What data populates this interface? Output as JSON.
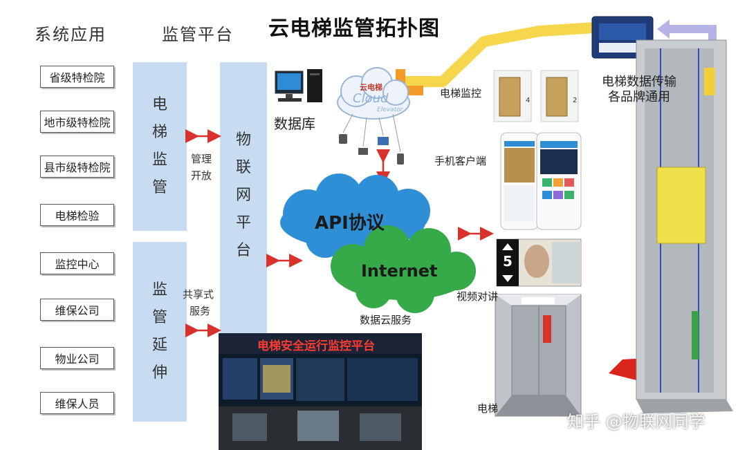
{
  "title": "云电梯监管拓扑图",
  "headers": {
    "system_app": "系统应用",
    "platform": "监管平台"
  },
  "applications": [
    "省级特检院",
    "地市级特检院",
    "县市级特检院",
    "电梯检验",
    "监控中心",
    "维保公司",
    "物业公司",
    "维保人员"
  ],
  "supervision_box": [
    "电",
    "梯",
    "监",
    "管"
  ],
  "extension_box": [
    "监",
    "管",
    "延",
    "伸"
  ],
  "iot_box": [
    "物",
    "联",
    "网",
    "平",
    "台"
  ],
  "labels": {
    "mgmt_open": [
      "管理",
      "开放"
    ],
    "shared_service": [
      "共享式",
      "服务"
    ],
    "database": "数据库",
    "elevator_monitor": "电梯监控",
    "mobile_client": "手机客户端",
    "video_intercom": "视频对讲",
    "elevator": "电梯",
    "data_cloud": "数据云服务",
    "transfer": [
      "电梯数据传输",
      "各品牌通用"
    ],
    "api": "API协议",
    "internet": "Internet",
    "cloud_cn": "云电梯",
    "cloud_en1": "Cloud",
    "cloud_en2": "Elevator",
    "platform_screen": "电梯安全运行监控平台",
    "floor_a": "4",
    "floor_b": "2",
    "floor_video": "5"
  },
  "watermark": "知乎 @物联网同学",
  "colors": {
    "panel": "#c8dcf1",
    "arrow": "#d9312b",
    "yellow": "#f5d23a",
    "cloud_blue": "#2f8fd6",
    "cloud_green": "#36a948"
  }
}
